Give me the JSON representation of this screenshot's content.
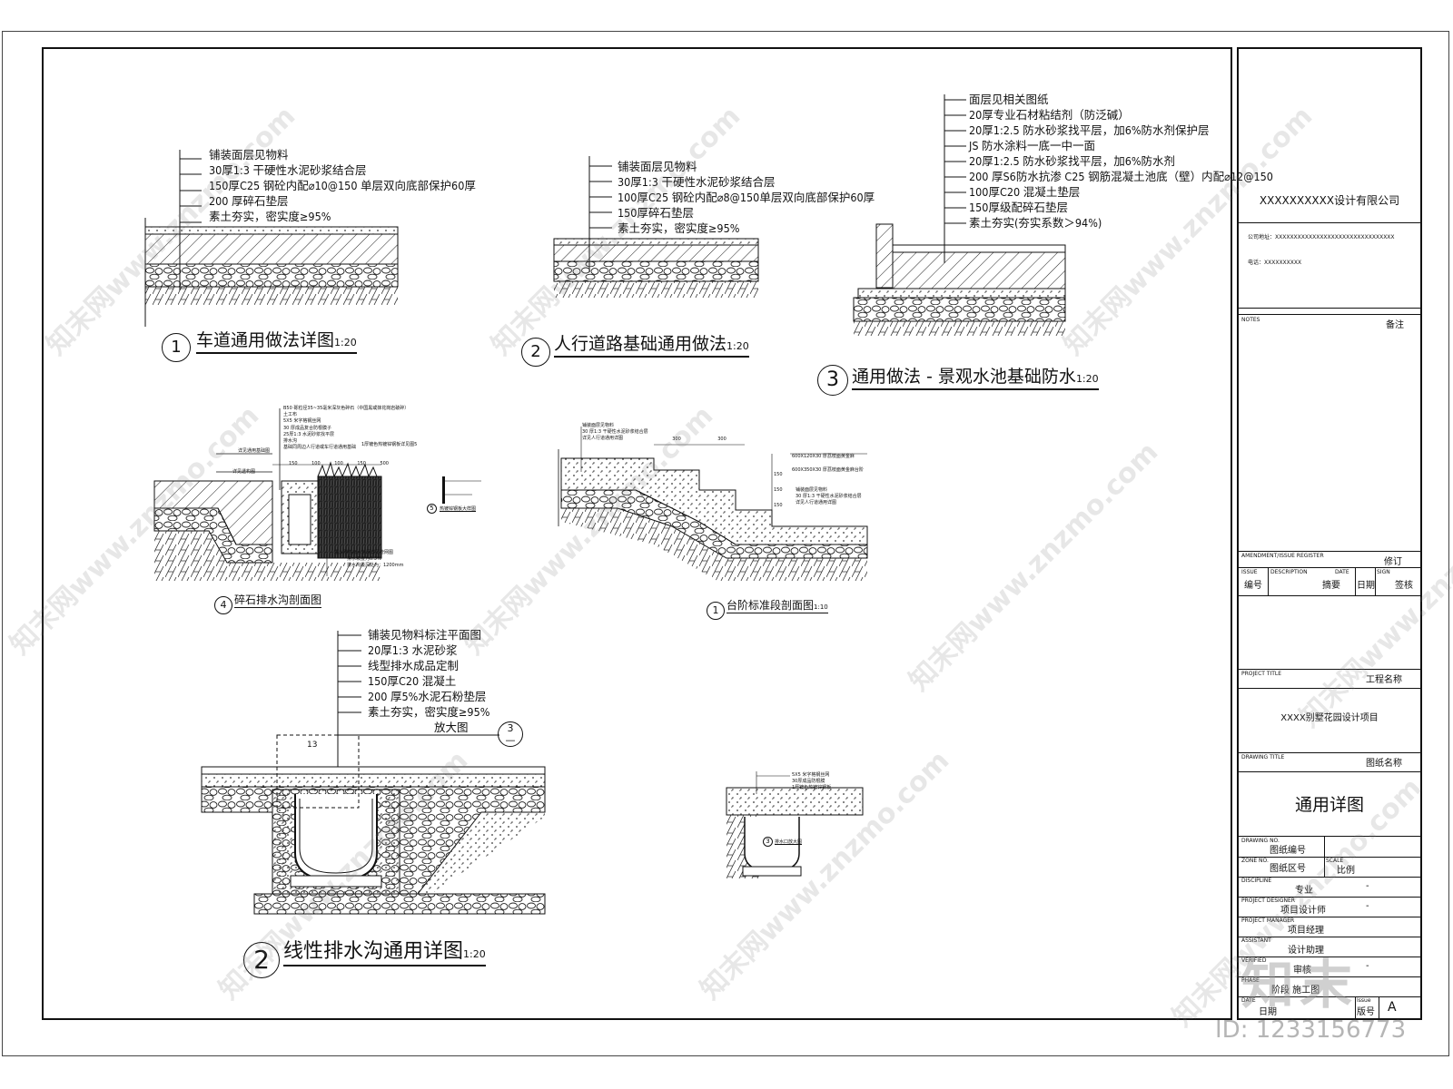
{
  "detail1": {
    "notes": [
      "铺装面层见物料",
      "30厚1:3 干硬性水泥砂浆结合层",
      "150厚C25 钢砼内配⌀10@150 单层双向底部保护60厚",
      "200 厚碎石垫层",
      "素土夯实，密实度≥95%"
    ],
    "num": "1",
    "title": "车道通用做法详图",
    "scale": "1:20"
  },
  "detail2": {
    "notes": [
      "铺装面层见物料",
      "30厚1:3 干硬性水泥砂浆结合层",
      "100厚C25 钢砼内配⌀8@150单层双向底部保护60厚",
      "150厚碎石垫层",
      "素土夯实，密实度≥95%"
    ],
    "num": "2",
    "title": "人行道路基础通用做法",
    "scale": "1:20"
  },
  "detail3": {
    "notes": [
      "面层见相关图纸",
      "20厚专业石材粘结剂（防泛碱）",
      "20厚1:2.5 防水砂浆找平层，加6%防水剂保护层",
      "JS 防水涂料一底一中一面",
      "20厚1:2.5 防水砂浆找平层，加6%防水剂",
      "200 厚S6防水抗渗 C25 钢筋混凝土池底（壁）内配⌀12@150",
      "100厚C20 混凝土垫层",
      "150厚级配碎石垫层",
      "素土夯实(夯实系数＞94%)"
    ],
    "num": "3",
    "title": "通用做法 - 景观水池基础防水",
    "scale": "1:20"
  },
  "detail4": {
    "notes": [
      "B50 砾粒径35~35毫米深灰色碎石（中国黑或抹花岗岩破碎）",
      "土工布",
      "5X5 米字格钢丝网",
      "30 厚成品复合防根膜子",
      "25厚1:3 水泥砂浆找平层",
      "排水沟",
      "基础同周边人行道或车行道通用基础"
    ],
    "left_notes": [
      "详见通用基础图",
      "详见透构图"
    ],
    "side_note": "1厚镀色热镀锌钢板详见图5",
    "bottom_notes": [
      "埋入刚性雨水管网详见管网图",
      "排水坡度为0.3%",
      "排水沟最深处为：1200mm"
    ],
    "dims": [
      "150",
      "100",
      "100",
      "150",
      "500"
    ],
    "sub": "热镀锌钢板大样图",
    "sub_num": "5",
    "num": "4",
    "title": "碎石排水沟剖面图"
  },
  "detail5": {
    "notes": [
      "铺装面层见物料",
      "30 厚1:3 干硬性水泥砂浆结合层",
      "详见人行道通用详图"
    ],
    "right_notes": [
      "600X120X30 厚荔枝面黄金麻",
      "600X350X30 厚荔枝面黄金麻台阶"
    ],
    "bottom_notes": [
      "铺装面层见物料",
      "30 厚1:3 干硬性水泥砂浆结合层",
      "详见人行道通用详图"
    ],
    "dims": [
      "300",
      "300",
      "150",
      "150",
      "150"
    ],
    "num": "1",
    "title": "台阶标准段剖面图",
    "scale": "1:10"
  },
  "detail6": {
    "notes": [
      "铺装见物料标注平面图",
      "20厚1:3 水泥砂浆",
      "线型排水成品定制",
      "150厚C20 混凝土",
      "200 厚5%水泥石粉垫层",
      "素土夯实，密实度≥95%"
    ],
    "enlarge": "放大图",
    "ref_num": "3",
    "ref_sub": "—",
    "dim": "13",
    "num": "2",
    "title": "线性排水沟通用详图",
    "scale": "1:20"
  },
  "detail7": {
    "notes": [
      "5X5 米字格钢丝网",
      "30厚成品防根膜",
      "1厚镀色热镀锌钢板"
    ],
    "num": "3",
    "label": "排水口放大图"
  },
  "titleblock": {
    "company": "XXXXXXXXXX设计有限公司",
    "address": "公司地址：XXXXXXXXXXXXXXXXXXXXXXXXXXXXXXXX",
    "phone": "电话：XXXXXXXXXX",
    "notes_en": "NOTES",
    "notes_cn": "备注",
    "amend_en": "AMENDMENT/ISSUE REGISTER",
    "amend_cn": "修订",
    "issue_en": "ISSUE",
    "issue_cn": "编号",
    "desc_en": "DESCRIPTION",
    "desc_cn": "摘要",
    "date_en": "DATE",
    "date_cn": "日期",
    "sign_en": "SIGN",
    "sign_cn": "签核",
    "project_en": "PROJECT TITLE",
    "project_cn": "工程名称",
    "project_value": "XXXX别墅花园设计项目",
    "drawing_en": "DRAWING TITLE",
    "drawing_cn": "图纸名称",
    "drawing_value": "通用详图",
    "dno_en": "DRAWING NO.",
    "dno_cn": "图纸编号",
    "zone_en": "ZONE NO.",
    "zone_cn": "图纸区号",
    "scale_en": "SCALE",
    "scale_cn": "比例",
    "disc_en": "DISCIPLINE",
    "disc_cn": "专业",
    "pd_en": "PROJECT DESIGNER",
    "pd_cn": "项目设计师",
    "pm_en": "PROJECT MANAGER",
    "pm_cn": "项目经理",
    "as_en": "ASSISTANT",
    "as_cn": "设计助理",
    "ver_en": "VERIFIED",
    "ver_cn": "审核",
    "phase_en": "PHASE",
    "phase_cn": "阶段 施工图",
    "dt_en": "DATE",
    "dt_cn": "日期",
    "iss_en": "Issue",
    "iss_cn": "版号",
    "iss_val": "A",
    "dash": "-"
  },
  "watermark": {
    "text": "知末网www.znzmo.com",
    "logo": "知末",
    "id": "ID: 1233156773"
  }
}
